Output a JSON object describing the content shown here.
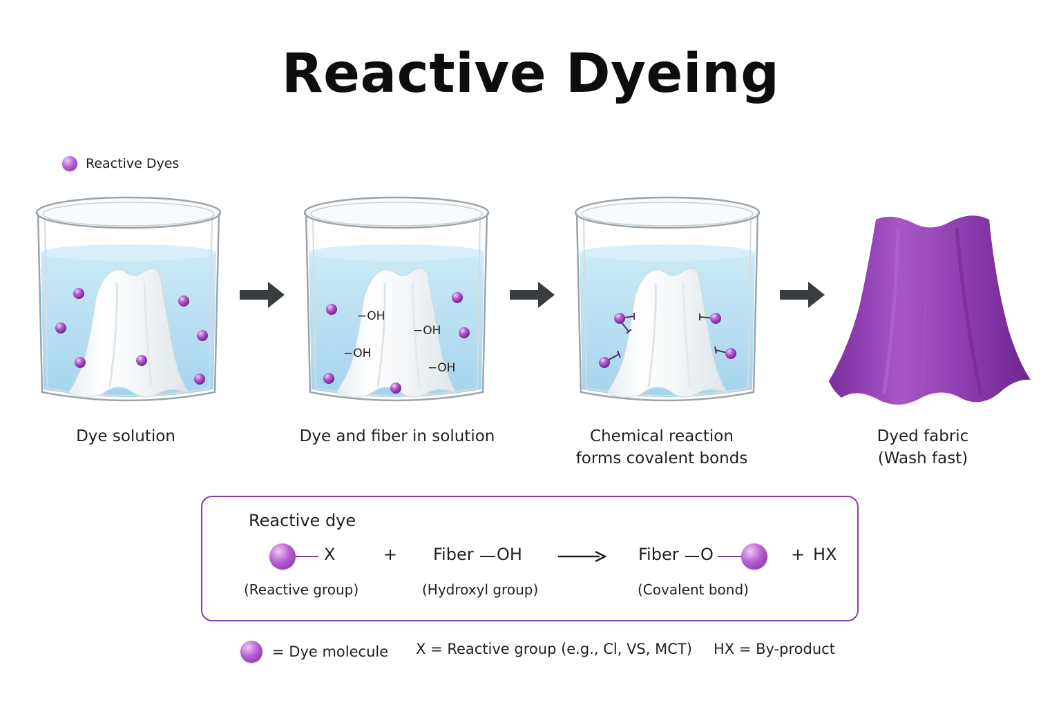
{
  "title": "Reactive Dyeing",
  "legend": {
    "dye_label": "Reactive Dyes"
  },
  "steps": [
    {
      "label_line1": "Dye solution",
      "label_line2": ""
    },
    {
      "label_line1": "Dye and fiber in solution",
      "label_line2": ""
    },
    {
      "label_line1": "Chemical reaction",
      "label_line2": "forms covalent bonds"
    },
    {
      "label_line1": "Dyed fabric",
      "label_line2": "(Wash fast)"
    }
  ],
  "hydroxyl_labels": [
    "−OH",
    "−OH",
    "−OH",
    "−OH"
  ],
  "equation": {
    "heading": "Reactive dye",
    "reactant1": "X",
    "plus1": "+",
    "reactant2_left": "Fiber",
    "reactant2_right": "OH",
    "product_left": "Fiber",
    "product_mid": "O",
    "plus2": "+",
    "byproduct": "HX",
    "caption1": "(Reactive group)",
    "caption2": "(Hydroxyl group)",
    "caption3": "(Covalent bond)"
  },
  "key": {
    "dye": "= Dye molecule",
    "x": "X  =  Reactive group (e.g., Cl, VS, MCT)",
    "hx": "HX  =  By-product"
  },
  "colors": {
    "dye": "#a34fc2",
    "fabric_dyed": "#8f3fb0",
    "water": "#bfe3f4",
    "border": "#8a3aa5",
    "arrow": "#3a3d40"
  }
}
